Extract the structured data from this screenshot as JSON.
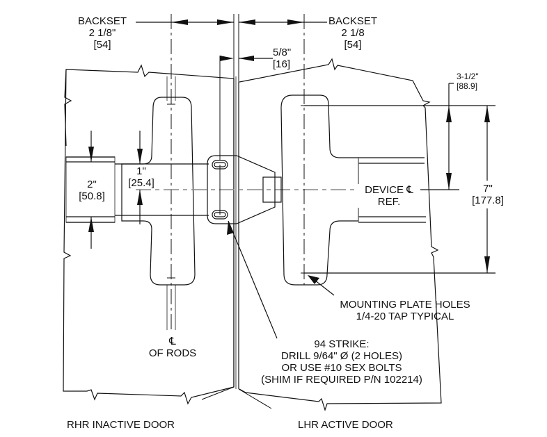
{
  "diagram": {
    "title_left_door": "RHR INACTIVE DOOR",
    "title_right_door": "LHR ACTIVE DOOR",
    "dimensions": {
      "backset_left": {
        "label": "BACKSET",
        "imperial": "2 1/8\"",
        "metric": "[54]"
      },
      "backset_right": {
        "label": "BACKSET",
        "imperial": "2 1/8",
        "metric": "[54]"
      },
      "gap": {
        "imperial": "5/8\"",
        "metric": "[16]"
      },
      "offset_top": {
        "imperial": "3-1/2\"",
        "metric": "[88.9]"
      },
      "plate_height": {
        "imperial": "7\"",
        "metric": "[177.8]"
      },
      "rod_housing": {
        "imperial": "2\"",
        "metric": "[50.8]"
      },
      "strike_offset": {
        "imperial": "1\"",
        "metric": "[25.4]"
      }
    },
    "notes": {
      "device_cl": {
        "line1": "DEVICE",
        "cl_symbol": "℄",
        "line2": "REF."
      },
      "rods_cl": {
        "cl_symbol": "℄",
        "line2": "OF RODS"
      },
      "mounting_holes": {
        "line1": "MOUNTING PLATE HOLES",
        "line2": "1/4-20 TAP TYPICAL"
      },
      "strike": {
        "line1": "94 STRIKE:",
        "line2": "DRILL 9/64\" Ø (2 HOLES)",
        "line3": "OR USE #10 SEX BOLTS",
        "line4": "(SHIM IF REQUIRED P/N 102214)"
      }
    }
  }
}
